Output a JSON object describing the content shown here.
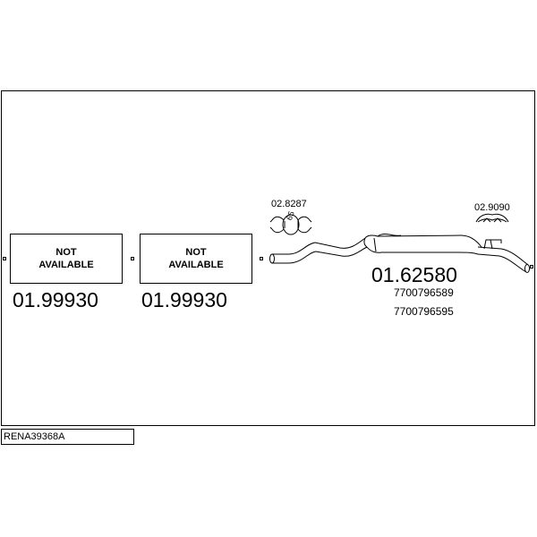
{
  "diagram": {
    "code": "RENA39368A",
    "parts": [
      {
        "line1": "NOT",
        "line2": "AVAILABLE",
        "number": "01.99930"
      },
      {
        "line1": "NOT",
        "line2": "AVAILABLE",
        "number": "01.99930"
      }
    ],
    "muffler": {
      "number": "01.62580",
      "oem": [
        "7700796589",
        "7700796595"
      ]
    },
    "clamp": {
      "ref": "02.8287",
      "size": "65"
    },
    "hanger": {
      "ref": "02.9090"
    }
  }
}
